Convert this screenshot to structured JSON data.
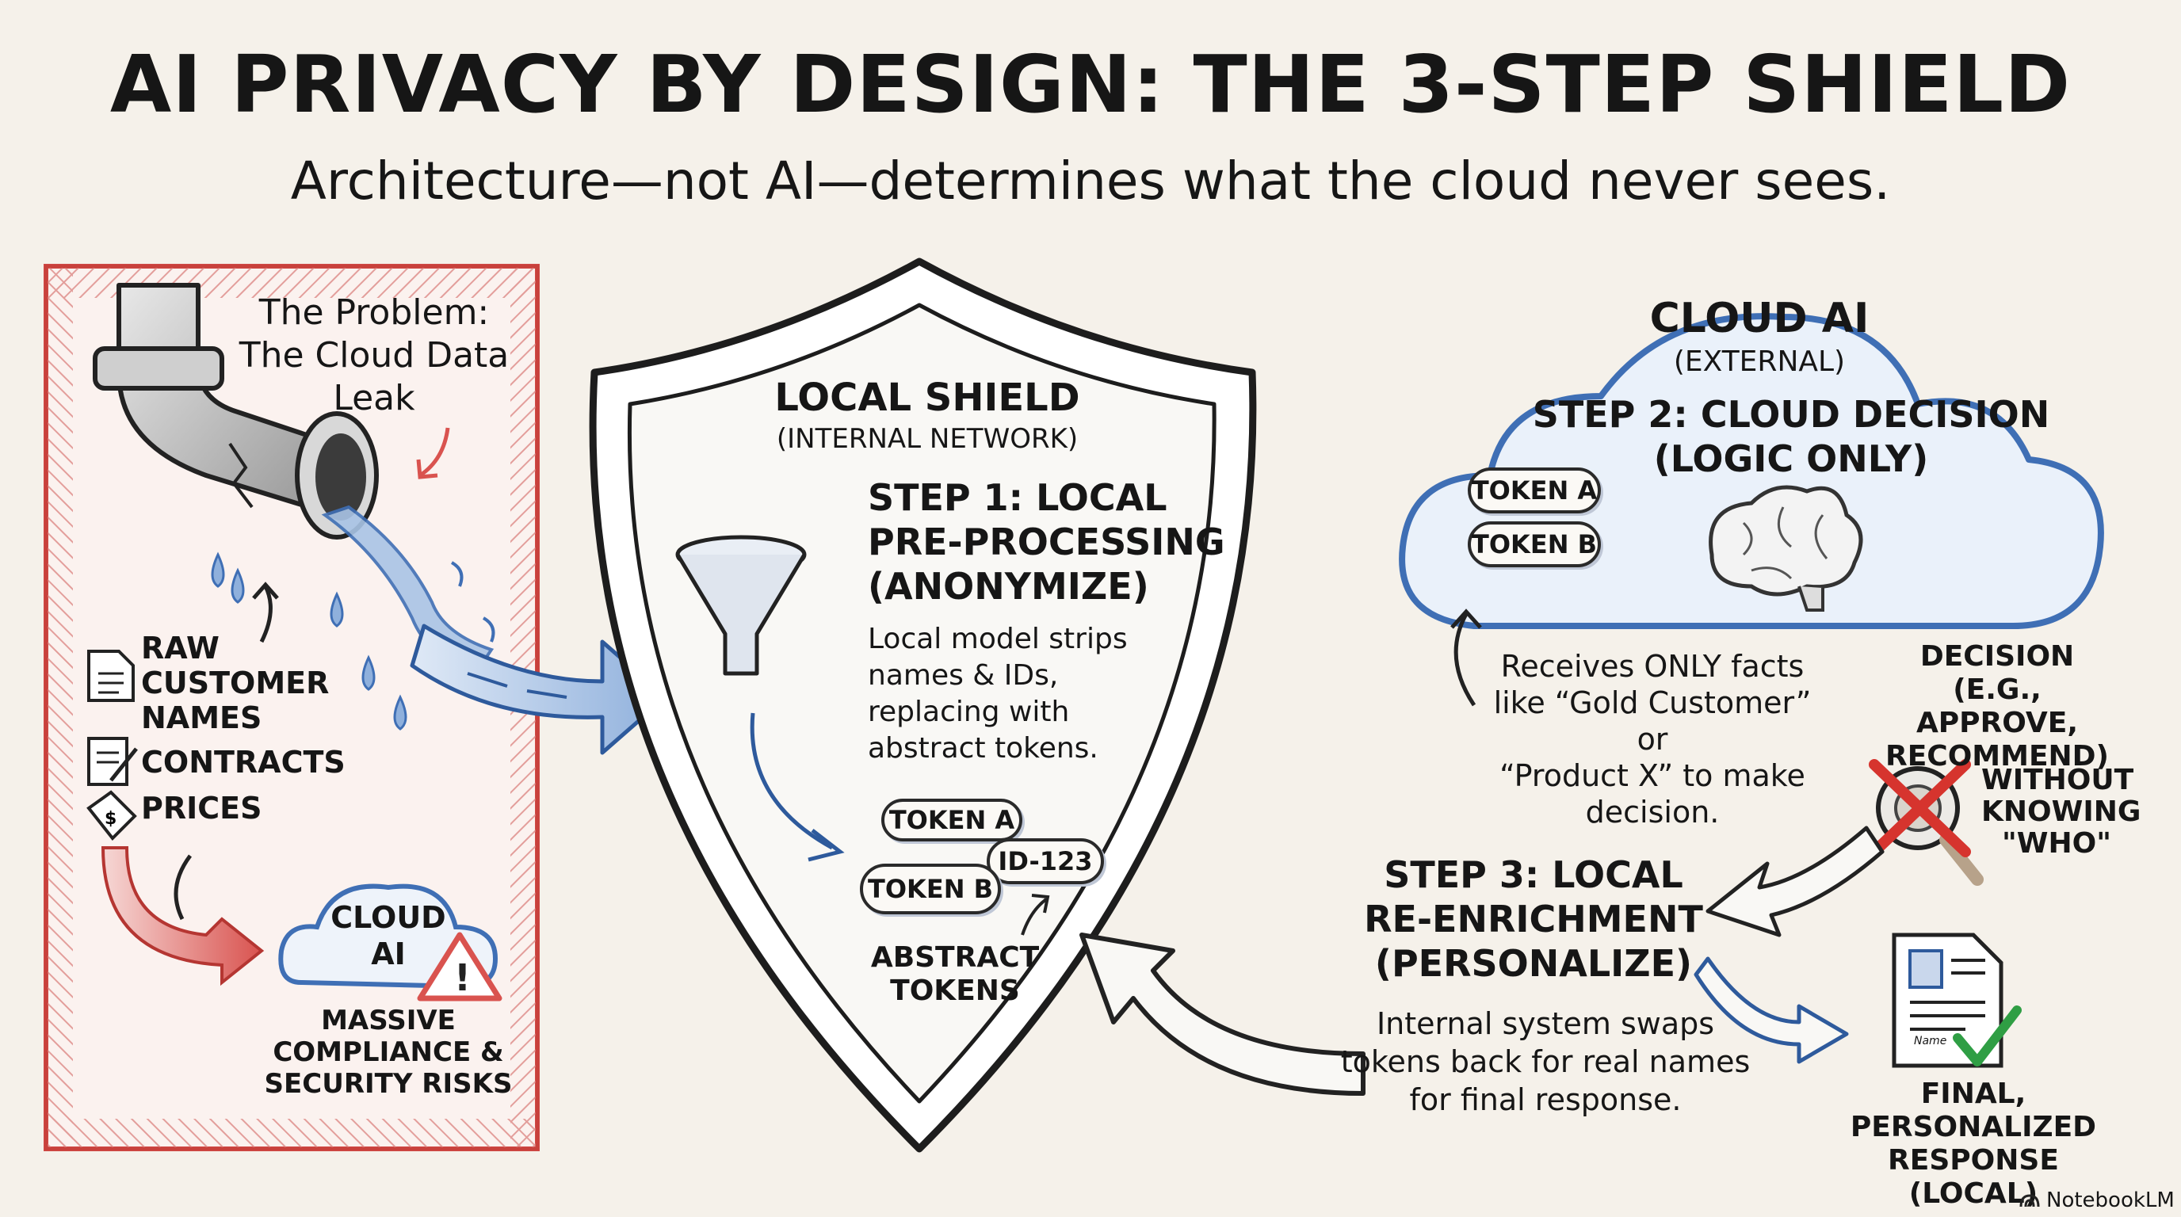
{
  "title": "AI PRIVACY BY DESIGN: THE 3-STEP SHIELD",
  "subtitle": "Architecture—not AI—determines what the cloud never sees.",
  "problem": {
    "heading_lines": [
      "The Problem:",
      "The Cloud Data",
      "Leak"
    ],
    "items": [
      {
        "icon": "document-icon",
        "label_lines": [
          "RAW",
          "CUSTOMER",
          "NAMES"
        ]
      },
      {
        "icon": "contract-icon",
        "label_lines": [
          "CONTRACTS"
        ]
      },
      {
        "icon": "price-tag-icon",
        "label_lines": [
          "PRICES"
        ]
      }
    ],
    "cloud_label_lines": [
      "CLOUD",
      "AI"
    ],
    "risk_lines": [
      "MASSIVE",
      "COMPLIANCE &",
      "SECURITY RISKS"
    ],
    "colors": {
      "border": "#d9534f",
      "hatch": "#e8a6a4"
    }
  },
  "shield": {
    "title": "LOCAL SHIELD",
    "subtitle": "(INTERNAL NETWORK)",
    "step_lines": [
      "STEP 1: LOCAL",
      "PRE-PROCESSING",
      "(ANONYMIZE)"
    ],
    "desc_lines": [
      "Local model strips",
      "names & IDs,",
      "replacing with",
      "abstract tokens."
    ],
    "tokens": [
      "TOKEN A",
      "ID-123",
      "TOKEN B"
    ],
    "tokens_label_lines": [
      "ABSTRACT",
      "TOKENS"
    ]
  },
  "cloud": {
    "title": "CLOUD AI",
    "subtitle": "(EXTERNAL)",
    "step_lines": [
      "STEP 2: CLOUD DECISION",
      "(LOGIC ONLY)"
    ],
    "tokens": [
      "TOKEN A",
      "TOKEN B"
    ],
    "receives_lines": [
      "Receives ONLY facts",
      "like “Gold Customer” or",
      "“Product X” to make",
      "decision."
    ],
    "decision_lines": [
      "DECISION",
      "(E.G., APPROVE,",
      "RECOMMEND)"
    ],
    "without_lines": [
      "WITHOUT",
      "KNOWING",
      "\"WHO\""
    ],
    "colors": {
      "outline": "#4a78b8",
      "fill": "#e6eef8"
    }
  },
  "step3": {
    "step_lines": [
      "STEP 3: LOCAL",
      "RE-ENRICHMENT",
      "(PERSONALIZE)"
    ],
    "desc_lines": [
      "Internal system swaps",
      "tokens back for real names",
      "for final response."
    ],
    "final_lines": [
      "FINAL, PERSONALIZED",
      "RESPONSE",
      "(LOCAL)"
    ],
    "doc_name": "Name"
  },
  "branding": "NotebookLM",
  "colors": {
    "accent_blue": "#3f6fb5",
    "accent_red": "#d9534f",
    "check_green": "#2f9e44",
    "ink": "#161616"
  }
}
